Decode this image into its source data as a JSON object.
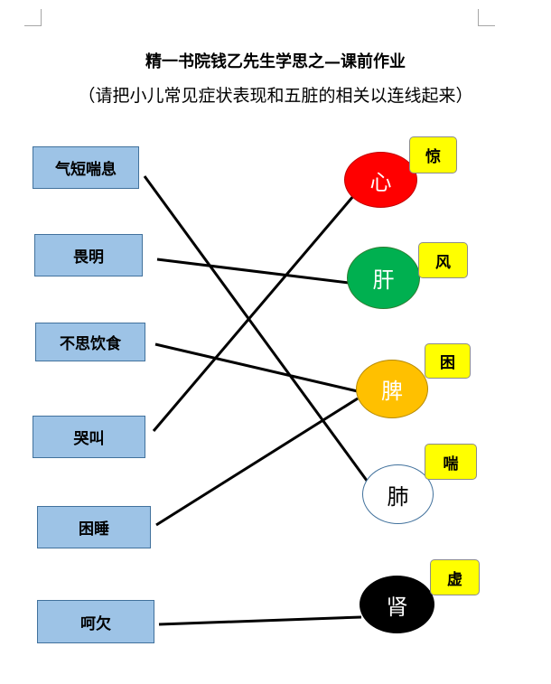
{
  "title": "精一书院钱乙先生学思之—课前作业",
  "subtitle": "（请把小儿常见症状表现和五脏的相关以连线起来）",
  "symptoms": [
    {
      "label": "气短喘息"
    },
    {
      "label": "畏明"
    },
    {
      "label": "不思饮食"
    },
    {
      "label": "哭叫"
    },
    {
      "label": "困睡"
    },
    {
      "label": "呵欠"
    }
  ],
  "organs": [
    {
      "label": "心",
      "tag": "惊",
      "color": "#ff0000",
      "text_color": "#ffffff"
    },
    {
      "label": "肝",
      "tag": "风",
      "color": "#00b050",
      "text_color": "#ffffff"
    },
    {
      "label": "脾",
      "tag": "困",
      "color": "#ffc000",
      "text_color": "#ffffff"
    },
    {
      "label": "肺",
      "tag": "喘",
      "color": "#ffffff",
      "text_color": "#000000"
    },
    {
      "label": "肾",
      "tag": "虚",
      "color": "#000000",
      "text_color": "#ffffff"
    }
  ],
  "connections": [
    {
      "symptom": "气短喘息",
      "organ": "肺"
    },
    {
      "symptom": "畏明",
      "organ": "肝"
    },
    {
      "symptom": "不思饮食",
      "organ": "脾"
    },
    {
      "symptom": "哭叫",
      "organ": "心"
    },
    {
      "symptom": "困睡",
      "organ": "脾"
    },
    {
      "symptom": "呵欠",
      "organ": "肾"
    }
  ]
}
